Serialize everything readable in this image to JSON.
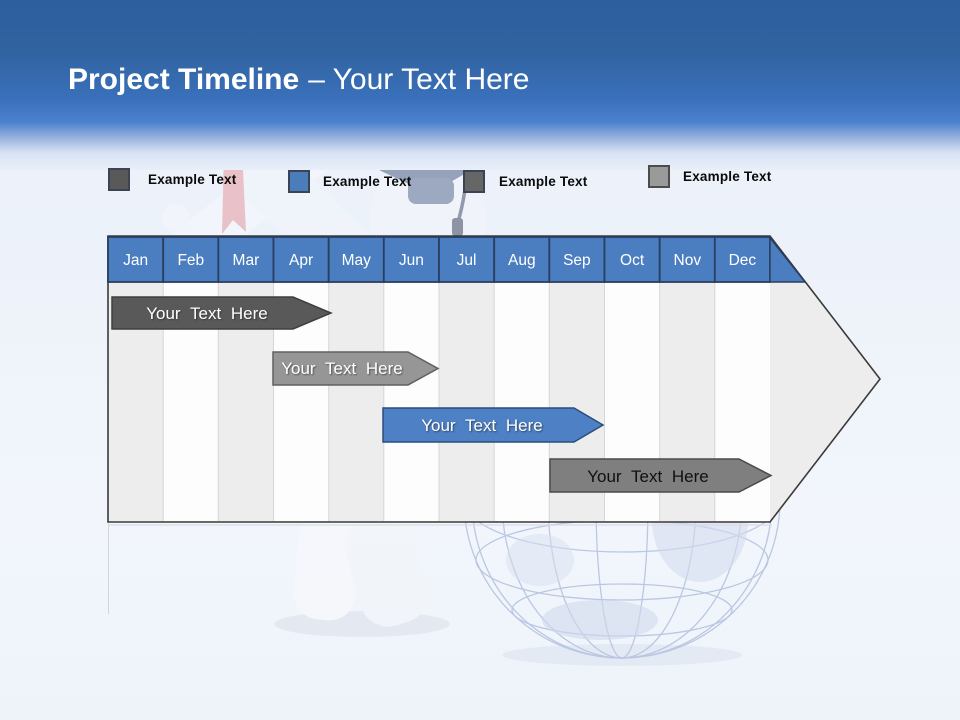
{
  "slide": {
    "title_bold": "Project Timeline",
    "title_rest": "– Your Text Here"
  },
  "legend": {
    "items": [
      {
        "label": "Example Text",
        "color": "#595959"
      },
      {
        "label": "Example Text",
        "color": "#4a7ebb"
      },
      {
        "label": "Example Text",
        "color": "#666666"
      },
      {
        "label": "Example Text",
        "color": "#9a9a9a"
      }
    ]
  },
  "timeline": {
    "type": "gantt-arrow",
    "months": [
      "Jan",
      "Feb",
      "Mar",
      "Apr",
      "May",
      "Jun",
      "Jul",
      "Aug",
      "Sep",
      "Oct",
      "Nov",
      "Dec"
    ],
    "header_color": "#4a7ec0",
    "bars": [
      {
        "label": "Your Text Here",
        "start_month": "Jan",
        "end_month": "Apr",
        "color": "#595959",
        "text_color": "#ffffff"
      },
      {
        "label": "Your Text Here",
        "start_month": "Apr",
        "end_month": "Jun",
        "color": "#969696",
        "text_color": "#ffffff"
      },
      {
        "label": "Your Text Here",
        "start_month": "Jun",
        "end_month": "Sep",
        "color": "#4d80c4",
        "text_color": "#ffffff"
      },
      {
        "label": "Your Text Here",
        "start_month": "Sep",
        "end_month": "Dec",
        "color": "#7f7f7f",
        "text_color": "#000000"
      }
    ]
  }
}
